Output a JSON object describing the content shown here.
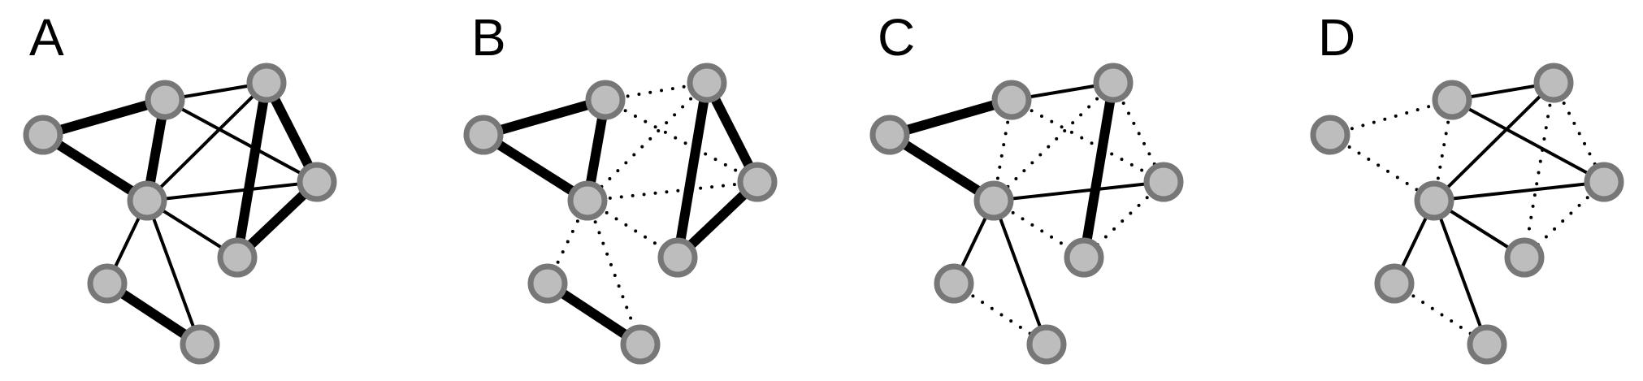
{
  "colors": {
    "edge": "#000000",
    "node_fill": "#bdbdbd",
    "node_stroke": "#777777",
    "background": "#ffffff"
  },
  "panels": [
    {
      "label": "A",
      "edges": [
        {
          "from": 0,
          "to": 1,
          "weight": "thick",
          "style": "solid"
        },
        {
          "from": 0,
          "to": 3,
          "weight": "thick",
          "style": "solid"
        },
        {
          "from": 1,
          "to": 2,
          "weight": "thin",
          "style": "solid"
        },
        {
          "from": 1,
          "to": 3,
          "weight": "thick",
          "style": "solid"
        },
        {
          "from": 1,
          "to": 4,
          "weight": "thin",
          "style": "solid"
        },
        {
          "from": 2,
          "to": 3,
          "weight": "thin",
          "style": "solid"
        },
        {
          "from": 2,
          "to": 4,
          "weight": "thick",
          "style": "solid"
        },
        {
          "from": 2,
          "to": 5,
          "weight": "thick",
          "style": "solid"
        },
        {
          "from": 3,
          "to": 4,
          "weight": "thin",
          "style": "solid"
        },
        {
          "from": 3,
          "to": 5,
          "weight": "thin",
          "style": "solid"
        },
        {
          "from": 3,
          "to": 6,
          "weight": "thin",
          "style": "solid"
        },
        {
          "from": 3,
          "to": 7,
          "weight": "thin",
          "style": "solid"
        },
        {
          "from": 4,
          "to": 5,
          "weight": "thick",
          "style": "solid"
        },
        {
          "from": 6,
          "to": 7,
          "weight": "thick",
          "style": "solid"
        }
      ]
    },
    {
      "label": "B",
      "edges": [
        {
          "from": 0,
          "to": 1,
          "weight": "thick",
          "style": "solid"
        },
        {
          "from": 0,
          "to": 3,
          "weight": "thick",
          "style": "solid"
        },
        {
          "from": 1,
          "to": 2,
          "weight": "thin",
          "style": "dotted"
        },
        {
          "from": 1,
          "to": 3,
          "weight": "thick",
          "style": "solid"
        },
        {
          "from": 1,
          "to": 4,
          "weight": "thin",
          "style": "dotted"
        },
        {
          "from": 2,
          "to": 3,
          "weight": "thin",
          "style": "dotted"
        },
        {
          "from": 2,
          "to": 4,
          "weight": "thick",
          "style": "solid"
        },
        {
          "from": 2,
          "to": 5,
          "weight": "thick",
          "style": "solid"
        },
        {
          "from": 3,
          "to": 4,
          "weight": "thin",
          "style": "dotted"
        },
        {
          "from": 3,
          "to": 5,
          "weight": "thin",
          "style": "dotted"
        },
        {
          "from": 3,
          "to": 6,
          "weight": "thin",
          "style": "dotted"
        },
        {
          "from": 3,
          "to": 7,
          "weight": "thin",
          "style": "dotted"
        },
        {
          "from": 4,
          "to": 5,
          "weight": "thick",
          "style": "solid"
        },
        {
          "from": 6,
          "to": 7,
          "weight": "thick",
          "style": "solid"
        }
      ]
    },
    {
      "label": "C",
      "edges": [
        {
          "from": 0,
          "to": 1,
          "weight": "thick",
          "style": "solid"
        },
        {
          "from": 0,
          "to": 3,
          "weight": "thick",
          "style": "solid"
        },
        {
          "from": 1,
          "to": 2,
          "weight": "thin",
          "style": "solid"
        },
        {
          "from": 1,
          "to": 3,
          "weight": "thin",
          "style": "dotted"
        },
        {
          "from": 1,
          "to": 4,
          "weight": "thin",
          "style": "dotted"
        },
        {
          "from": 2,
          "to": 3,
          "weight": "thin",
          "style": "dotted"
        },
        {
          "from": 2,
          "to": 4,
          "weight": "thin",
          "style": "dotted"
        },
        {
          "from": 2,
          "to": 5,
          "weight": "thick",
          "style": "solid"
        },
        {
          "from": 3,
          "to": 4,
          "weight": "thin",
          "style": "solid"
        },
        {
          "from": 3,
          "to": 5,
          "weight": "thin",
          "style": "dotted"
        },
        {
          "from": 3,
          "to": 6,
          "weight": "thin",
          "style": "solid"
        },
        {
          "from": 3,
          "to": 7,
          "weight": "thin",
          "style": "solid"
        },
        {
          "from": 4,
          "to": 5,
          "weight": "thin",
          "style": "dotted"
        },
        {
          "from": 6,
          "to": 7,
          "weight": "thin",
          "style": "dotted"
        }
      ]
    },
    {
      "label": "D",
      "edges": [
        {
          "from": 0,
          "to": 1,
          "weight": "thin",
          "style": "dotted"
        },
        {
          "from": 0,
          "to": 3,
          "weight": "thin",
          "style": "dotted"
        },
        {
          "from": 1,
          "to": 2,
          "weight": "thin",
          "style": "solid"
        },
        {
          "from": 1,
          "to": 3,
          "weight": "thin",
          "style": "dotted"
        },
        {
          "from": 1,
          "to": 4,
          "weight": "thin",
          "style": "solid"
        },
        {
          "from": 2,
          "to": 3,
          "weight": "thin",
          "style": "solid"
        },
        {
          "from": 2,
          "to": 4,
          "weight": "thin",
          "style": "dotted"
        },
        {
          "from": 2,
          "to": 5,
          "weight": "thin",
          "style": "dotted"
        },
        {
          "from": 3,
          "to": 4,
          "weight": "thin",
          "style": "solid"
        },
        {
          "from": 3,
          "to": 5,
          "weight": "thin",
          "style": "solid"
        },
        {
          "from": 3,
          "to": 6,
          "weight": "thin",
          "style": "solid"
        },
        {
          "from": 3,
          "to": 7,
          "weight": "thin",
          "style": "solid"
        },
        {
          "from": 4,
          "to": 5,
          "weight": "thin",
          "style": "dotted"
        },
        {
          "from": 6,
          "to": 7,
          "weight": "thin",
          "style": "dotted"
        }
      ]
    }
  ]
}
